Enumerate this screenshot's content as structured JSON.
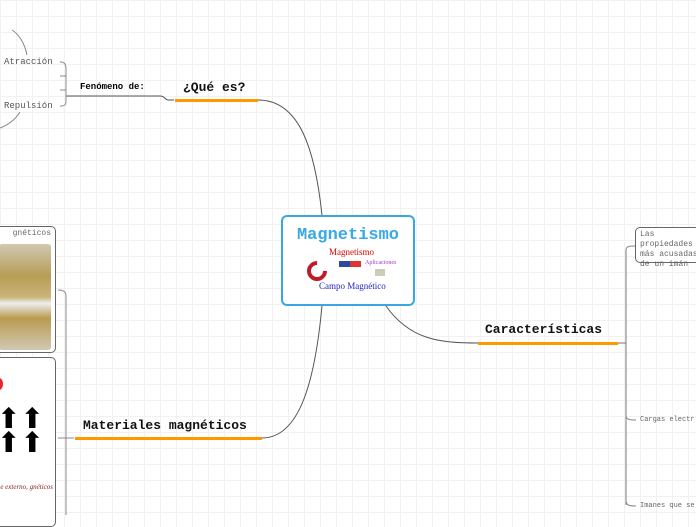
{
  "central": {
    "title": "Magnetismo",
    "image_caption_top": "Magnetismo",
    "image_caption_side": "Aplicaciones",
    "image_caption_bottom": "Campo Magnético"
  },
  "topics": [
    {
      "label": "¿Qué es?",
      "subtopic": "Fenómeno de:",
      "children": [
        "Atracción",
        "Repulsión"
      ]
    },
    {
      "label": "Características",
      "children": [
        "Las propiedades más acusadas de un imán",
        "Cargas electr",
        "Imanes que se"
      ]
    },
    {
      "label": "Materiales magnéticos",
      "children": [
        "gnéticos",
        "de un e externo, gnéticos"
      ]
    }
  ],
  "colors": {
    "accent": "#ff9900",
    "central_border": "#3aa8e0",
    "central_title": "#38a9e4"
  }
}
